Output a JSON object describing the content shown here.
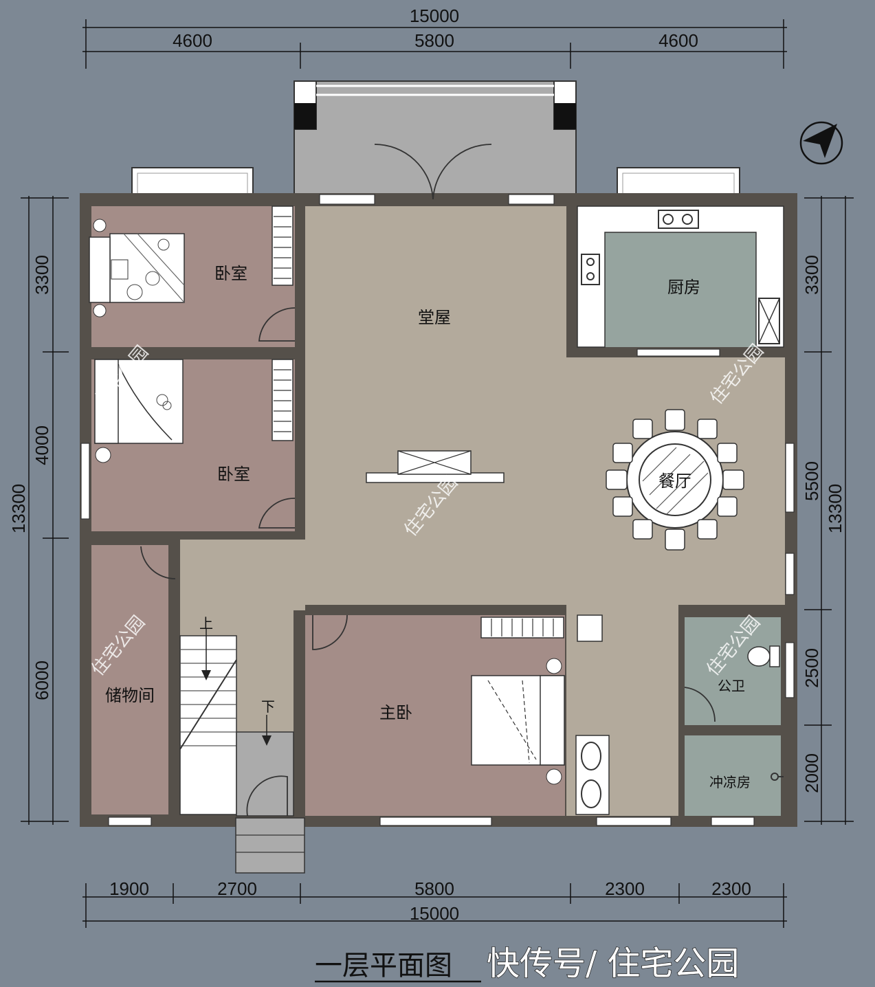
{
  "dimensions": {
    "top_total": "15000",
    "top_left": "4600",
    "top_mid": "5800",
    "top_right": "4600",
    "bottom_a": "1900",
    "bottom_b": "2700",
    "bottom_c": "5800",
    "bottom_d": "2300",
    "bottom_e": "2300",
    "bottom_total": "15000",
    "left_a": "3300",
    "left_b": "4000",
    "left_total": "13300",
    "left_c": "6000",
    "right_a": "3300",
    "right_b": "5500",
    "right_total": "13300",
    "right_c": "2500",
    "right_d": "2000"
  },
  "rooms": {
    "bedroom1": "卧室",
    "bedroom2": "卧室",
    "hall": "堂屋",
    "kitchen": "厨房",
    "dining": "餐厅",
    "storage": "储物间",
    "master": "主卧",
    "toilet": "公卫",
    "shower": "冲凉房"
  },
  "stairs": {
    "up": "上",
    "down": "下"
  },
  "watermark": "住宅公园",
  "title": "一层平面图",
  "credit": "快传号/ 住宅公园",
  "colors": {
    "background": "#7d8894",
    "wall": "#55504a",
    "bedroom": "#a48d88",
    "hall": "#b3aa9c",
    "wet": "#96a49f",
    "white": "#ffffff"
  }
}
